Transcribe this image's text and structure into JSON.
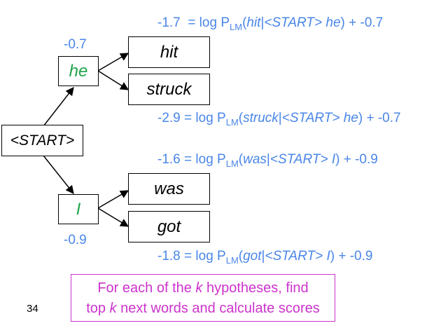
{
  "nodes": {
    "start": "<START>",
    "he": "he",
    "i": "I",
    "hit": "hit",
    "struck": "struck",
    "was": "was",
    "got": "got"
  },
  "node_scores": {
    "he": "-0.7",
    "i": "-0.9"
  },
  "formulas": {
    "hit": {
      "value": "-1.7",
      "eq": "= log P",
      "sub": "LM",
      "word": "hit",
      "cond": "<START> he",
      "tail": "+ -0.7"
    },
    "struck": {
      "value": "-2.9",
      "eq": "= log P",
      "sub": "LM",
      "word": "struck",
      "cond": "<START> he",
      "tail": "+ -0.7"
    },
    "was": {
      "value": "-1.6",
      "eq": "= log P",
      "sub": "LM",
      "word": "was",
      "cond": "<START> I",
      "tail": "+ -0.9"
    },
    "got": {
      "value": "-1.8",
      "eq": "= log P",
      "sub": "LM",
      "word": "got",
      "cond": "<START> I",
      "tail": "+ -0.9"
    }
  },
  "caption": {
    "line1_pre": "For each of the ",
    "k1": "k",
    "line1_post": " hypotheses, find",
    "line2_pre": "top ",
    "k2": "k",
    "line2_post": " next words and calculate scores"
  },
  "page_number": "34",
  "colors": {
    "score": "#4a86e8",
    "first_word": "#1ea34a",
    "caption": "#cc33cc"
  }
}
